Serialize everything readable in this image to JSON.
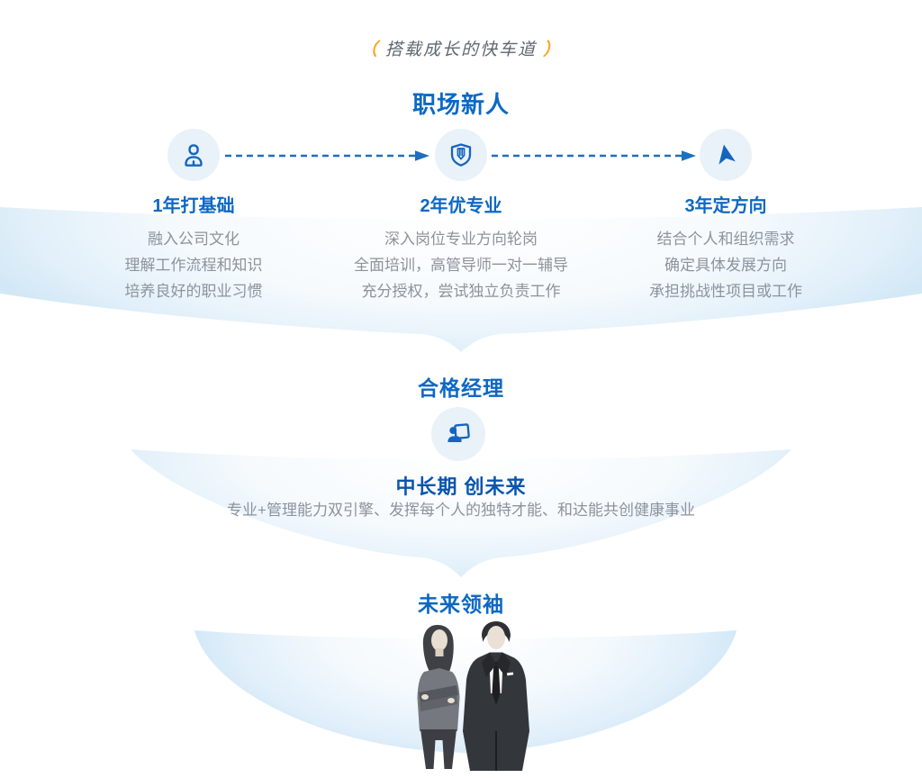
{
  "tagline": {
    "open": "（",
    "text": "搭载成长的快车道",
    "close": "）"
  },
  "stages": {
    "newcomer": {
      "title": "职场新人",
      "connector_icon": "dashed-arrow-right-icon",
      "columns": [
        {
          "icon": "person-icon",
          "title": "1年打基础",
          "lines": [
            "融入公司文化",
            "理解工作流程和知识",
            "培养良好的职业习惯"
          ]
        },
        {
          "icon": "shield-pencil-icon",
          "title": "2年优专业",
          "lines": [
            "深入岗位专业方向轮岗",
            "全面培训，高管导师一对一辅导",
            "充分授权，尝试独立负责工作"
          ]
        },
        {
          "icon": "navigation-arrow-icon",
          "title": "3年定方向",
          "lines": [
            "结合个人和组织需求",
            "确定具体发展方向",
            "承担挑战性项目或工作"
          ]
        }
      ]
    },
    "manager": {
      "title": "合格经理",
      "icon": "presenter-board-icon",
      "subtitle": "中长期 创未来",
      "description": "专业+管理能力双引擎、发挥每个人的独特才能、和达能共创健康事业"
    },
    "leader": {
      "title": "未来领袖",
      "illustration": "business-people-illustration"
    }
  },
  "colors": {
    "heading_blue": "#0d68c4",
    "subtitle_blue": "#0a55ad",
    "icon_blue": "#1565bf",
    "icon_circle_bg": "#e9f1f9",
    "body_gray": "#8d939d",
    "tagline_gray": "#5f6771",
    "paren_orange": "#f7a823",
    "funnel_blue": "#d3e8f6"
  }
}
